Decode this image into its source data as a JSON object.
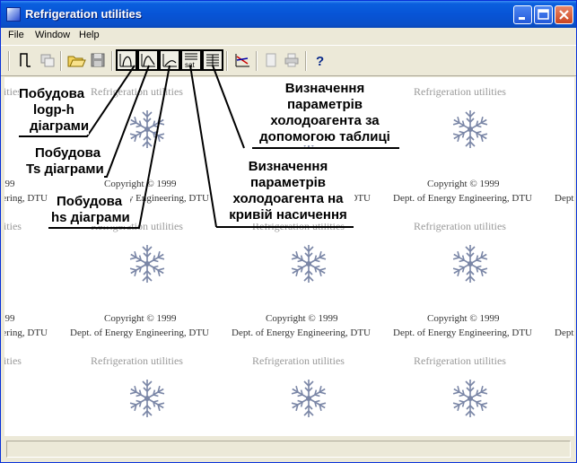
{
  "window": {
    "title": "Refrigeration utilities",
    "controls": [
      "minimize",
      "maximize",
      "close"
    ]
  },
  "menu": [
    {
      "label": "File"
    },
    {
      "label": "Window"
    },
    {
      "label": "Help"
    }
  ],
  "toolbar": [
    {
      "name": "new-icon"
    },
    {
      "name": "copy-icon"
    },
    {
      "name": "open-folder-icon"
    },
    {
      "name": "save-icon"
    },
    {
      "name": "logp-h-diagram-icon"
    },
    {
      "name": "ts-diagram-icon"
    },
    {
      "name": "hs-diagram-icon"
    },
    {
      "name": "saturation-table-icon",
      "label": "sat"
    },
    {
      "name": "property-table-icon"
    },
    {
      "name": "chart-icon"
    },
    {
      "name": "document-icon"
    },
    {
      "name": "print-icon"
    },
    {
      "name": "help-icon",
      "label": "?"
    }
  ],
  "watermark": {
    "app_name": "Refrigeration utilities",
    "copyright": "Copyright © 1999",
    "department": "Dept. of Energy Engineering, DTU"
  },
  "annotations": {
    "logph": [
      "Побудова",
      "logp-h",
      "діаграми"
    ],
    "ts": [
      "Побудова",
      "Ts діаграми"
    ],
    "hs": [
      "Побудова",
      "hs діаграми"
    ],
    "table": [
      "Визначення",
      "параметрів",
      "холодоагента за",
      "допомогою таблиці"
    ],
    "saturation": [
      "Визначення",
      "параметрів",
      "холодоагента на",
      "кривій насичення"
    ]
  },
  "colors": {
    "titlebar": "#0a5fde",
    "chrome": "#ece9d8",
    "watermark_text": "#999999",
    "snowflake": "#7a86a6"
  }
}
